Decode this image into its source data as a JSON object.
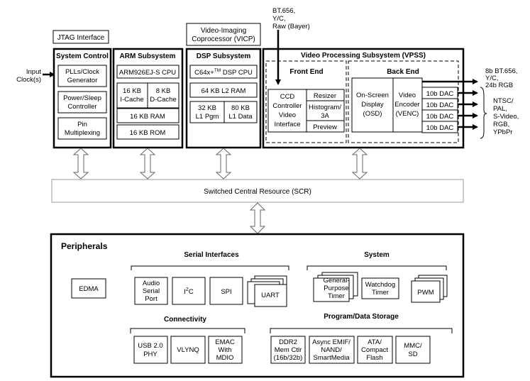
{
  "title": "",
  "jtag": "JTAG Interface",
  "vicp": [
    "Video-Imaging",
    "Coprocessor (VICP)"
  ],
  "input_clock": [
    "Input",
    "Clock(s)"
  ],
  "bt656_in": [
    "BT.656,",
    "Y/C,",
    "Raw (Bayer)"
  ],
  "system_control": {
    "title": "System Control",
    "items": [
      [
        "PLLs/Clock",
        "Generator"
      ],
      [
        "Power/Sleep",
        "Controller"
      ],
      [
        "Pin",
        "Multiplexing"
      ]
    ]
  },
  "arm": {
    "title": "ARM Subsystem",
    "cpu": "ARM926EJ-S CPU",
    "icache": [
      "16 KB",
      "I-Cache"
    ],
    "dcache": [
      "8 KB",
      "D-Cache"
    ],
    "ram": "16 KB RAM",
    "rom": "16 KB ROM"
  },
  "dsp": {
    "title": "DSP Subsystem",
    "cpu_prefix": "C64x+",
    "cpu_tm": "TM",
    "cpu_suffix": " DSP CPU",
    "l2": "64 KB L2 RAM",
    "l1p": [
      "32 KB",
      "L1 Pgm"
    ],
    "l1d": [
      "80 KB",
      "L1 Data"
    ]
  },
  "vpss": {
    "title": "Video Processing Subsystem (VPSS)",
    "front_end": "Front End",
    "ccdc": [
      "CCD",
      "Controller",
      "Video",
      "Interface"
    ],
    "resizer": "Resizer",
    "histogram": [
      "Histogram/",
      "3A"
    ],
    "preview": "Preview",
    "back_end": "Back End",
    "osd": [
      "On-Screen",
      "Display",
      "(OSD)"
    ],
    "venc": [
      "Video",
      "Encoder",
      "(VENC)"
    ],
    "dac": "10b DAC"
  },
  "outputs": {
    "digital": [
      "8b BT.656,",
      "Y/C,",
      "24b RGB"
    ],
    "analog": [
      "NTSC/",
      "PAL,",
      "S-Video,",
      "RGB,",
      "YPbPr"
    ]
  },
  "scr": "Switched Central Resource (SCR)",
  "peripherals": {
    "title": "Peripherals",
    "edma": "EDMA",
    "serial_title": "Serial Interfaces",
    "audio": [
      "Audio",
      "Serial",
      "Port"
    ],
    "i2c_main": "I",
    "i2c_sup": "2",
    "i2c_tail": "C",
    "spi": "SPI",
    "uart": "UART",
    "system_title": "System",
    "gpt": [
      "General-",
      "Purpose",
      "Timer"
    ],
    "watchdog": [
      "Watchdog",
      "Timer"
    ],
    "pwm": "PWM",
    "connectivity_title": "Connectivity",
    "usb": [
      "USB 2.0",
      "PHY"
    ],
    "vlynq": "VLYNQ",
    "emac": [
      "EMAC",
      "With",
      "MDIO"
    ],
    "storage_title": "Program/Data Storage",
    "ddr2": [
      "DDR2",
      "Mem Ctlr",
      "(16b/32b)"
    ],
    "async": [
      "Async EMIF/",
      "NAND/",
      "SmartMedia"
    ],
    "ata": [
      "ATA/",
      "Compact",
      "Flash"
    ],
    "mmc": [
      "MMC/",
      "SD"
    ]
  }
}
